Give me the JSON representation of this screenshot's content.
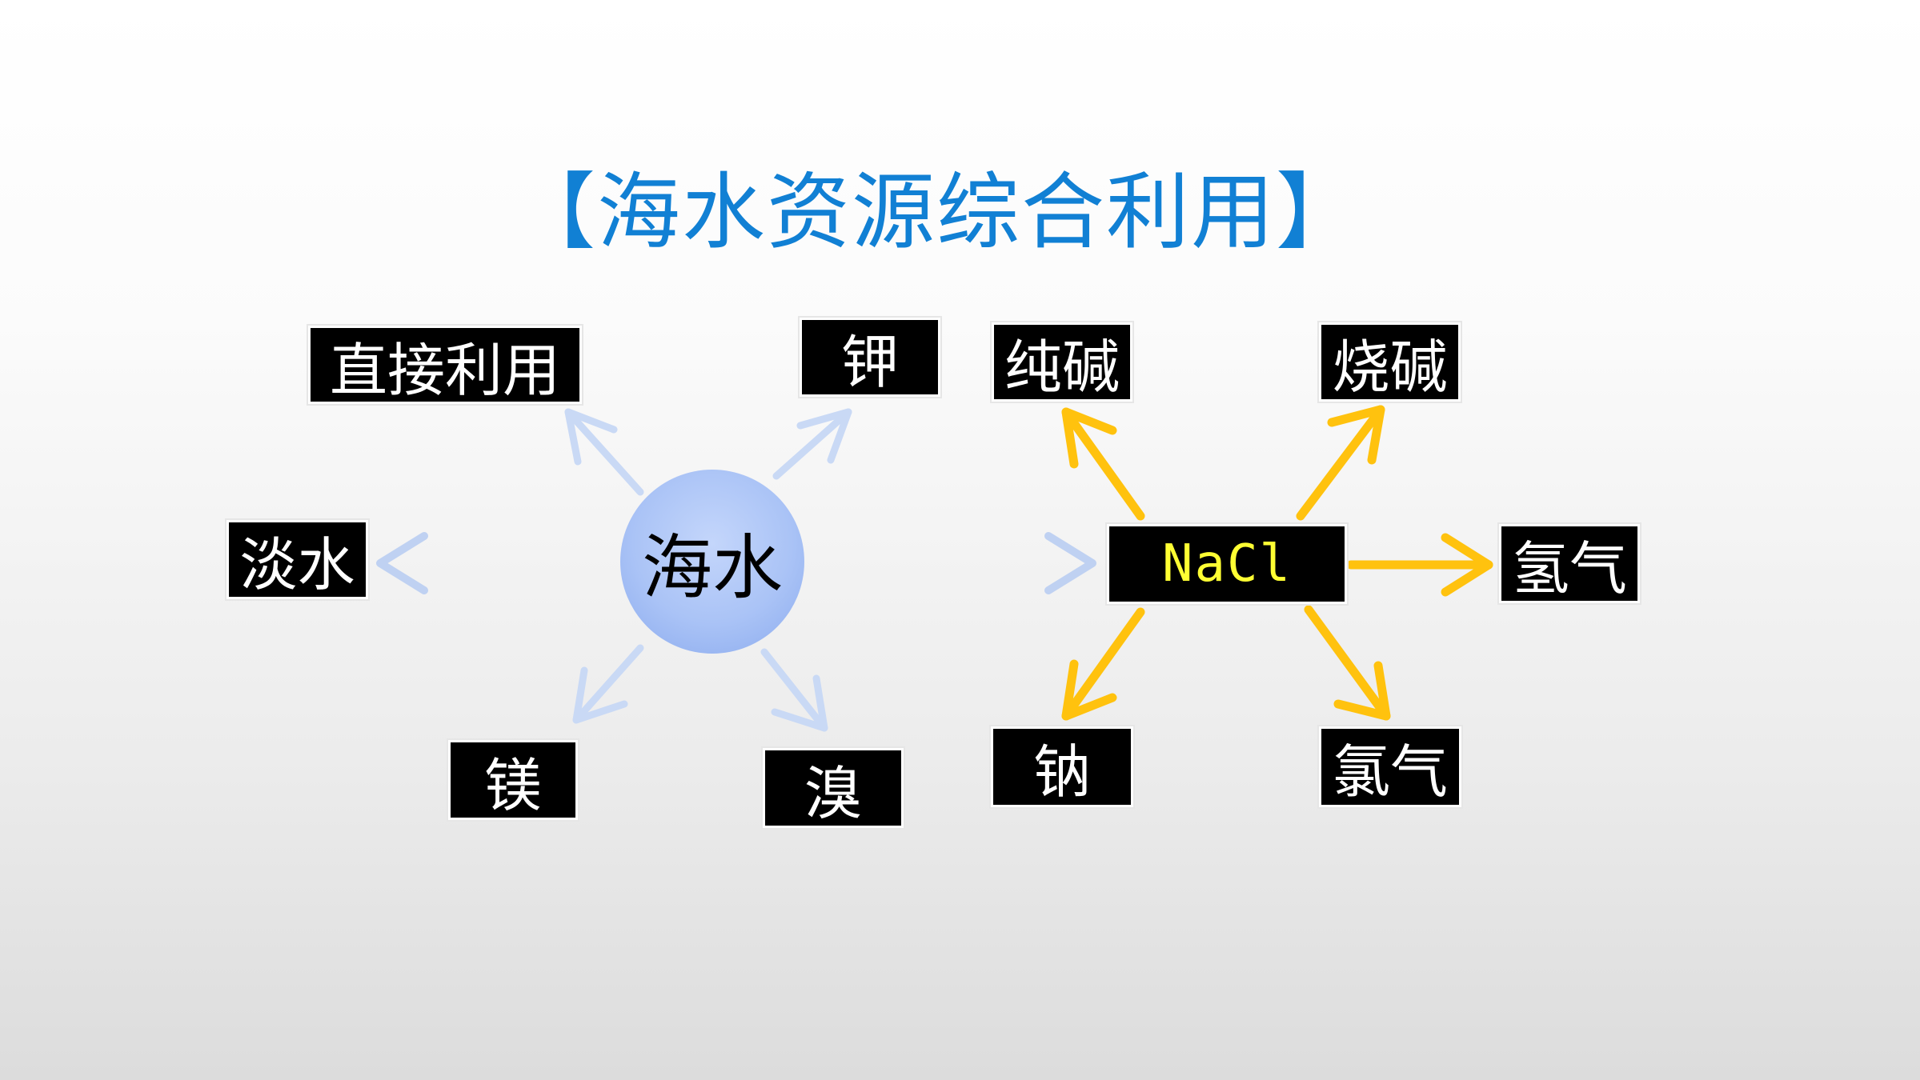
{
  "title": "【海水资源综合利用】",
  "center": {
    "label": "海水"
  },
  "sea_products": {
    "direct_use": "直接利用",
    "potassium": "钾",
    "fresh_water": "淡水",
    "magnesium": "镁",
    "bromine": "溴"
  },
  "nacl": {
    "label": "NaCl"
  },
  "nacl_products": {
    "soda_ash": "纯碱",
    "caustic_soda": "烧碱",
    "hydrogen": "氢气",
    "sodium": "钠",
    "chlorine": "氯气"
  },
  "colors": {
    "title": "#1180d4",
    "sea_arrow": "#c9d9f5",
    "nacl_arrow": "#ffc20e",
    "box_fill": "#000000",
    "box_text": "#ffffff",
    "nacl_text": "#ffff33",
    "circle": "#aac3f6"
  }
}
